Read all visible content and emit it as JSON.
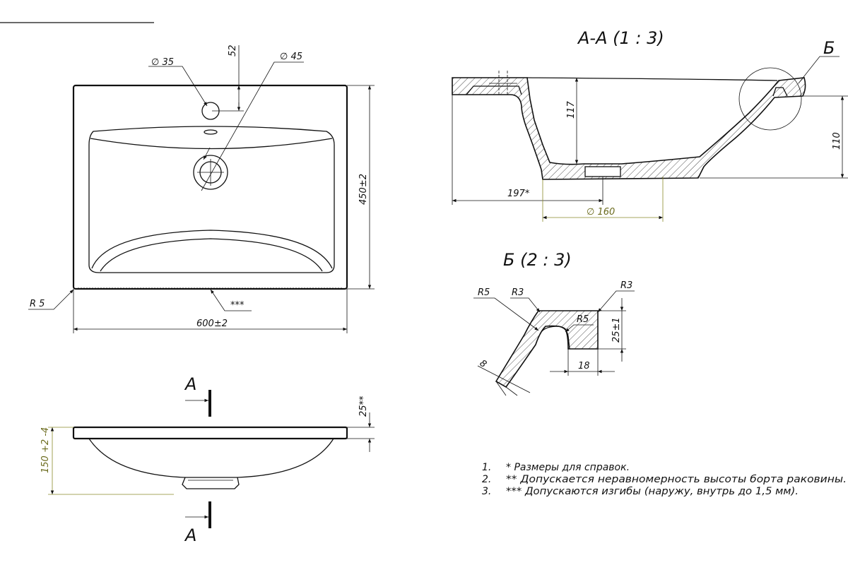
{
  "top_view": {
    "d35": "∅ 35",
    "d45": "∅ 45",
    "dim52": "52",
    "dim450": "450±2",
    "dim600": "600±2",
    "r5": "R 5",
    "stars3": "***"
  },
  "side_view": {
    "sectionA_top": "A",
    "sectionA_bottom": "A",
    "dim25": "25**",
    "dim150": "150 +2 -4"
  },
  "section_AA": {
    "title": "A-A (1 : 3)",
    "callout": "Б",
    "dim117": "117",
    "dim110": "110",
    "dim197": "197*",
    "dim160": "∅ 160"
  },
  "detail_B": {
    "title": "Б (2 : 3)",
    "r5_left": "R5",
    "r3_left": "R3",
    "r3_right": "R3",
    "r5_inner": "R5",
    "dim25": "25±1",
    "dim18": "18",
    "dim8": "8"
  },
  "notes": [
    {
      "num": "1.",
      "text": "*   Размеры для справок."
    },
    {
      "num": "2.",
      "text": "** Допускается неравномерность высоты борта   раковины."
    },
    {
      "num": "3.",
      "text": "*** Допускаются изгибы (наружу, внутрь до 1,5 мм)."
    }
  ]
}
